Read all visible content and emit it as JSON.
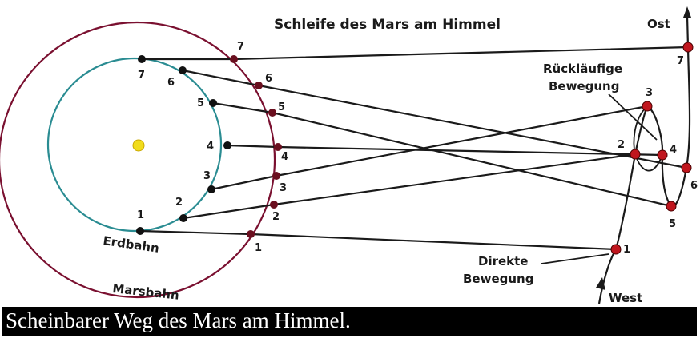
{
  "diagram": {
    "title": "Schleife des Mars am Himmel",
    "earth_orbit_label": "Erdbahn",
    "mars_orbit_label": "Marsbahn",
    "retrograde_label_line1": "Rückläufige",
    "retrograde_label_line2": "Bewegung",
    "direct_label_line1": "Direkte",
    "direct_label_line2": "Bewegung",
    "east_label": "Ost",
    "west_label": "West",
    "position_numbers": [
      "1",
      "2",
      "3",
      "4",
      "5",
      "6",
      "7"
    ],
    "colors": {
      "earth_orbit": "#2a8c92",
      "mars_orbit": "#7a1030",
      "sun": "#f1dc1c",
      "earth_dot": "#111111",
      "mars_dot": "#6a0f1f",
      "sky_dot": "#c0161e"
    }
  },
  "caption": "Scheinbarer Weg des Mars am Himmel."
}
